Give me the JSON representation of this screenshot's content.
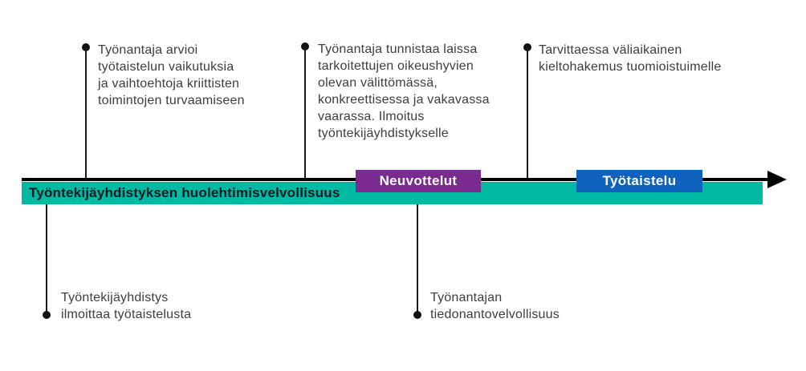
{
  "diagram": {
    "type": "timeline",
    "background_color": "#ffffff",
    "axis_color": "#000000",
    "connector_color": "#1a1a1a",
    "text_color": "#3d3d3d"
  },
  "timeline": {
    "bar_label": "Työntekijäyhdistyksen huolehtimisvelvollisuus",
    "bar_color": "#00b9a2",
    "bar_text_color": "#101820",
    "phases": [
      {
        "label": "Neuvottelut",
        "color": "#7a2b8f"
      },
      {
        "label": "Työtaistelu",
        "color": "#0f62be"
      }
    ]
  },
  "annotations": {
    "above": [
      {
        "text": "Työnantaja arvioi\ntyötaistelun vaikutuksia\nja vaihtoehtoja kriittisten\ntoimintojen turvaamiseen"
      },
      {
        "text": "Työnantaja tunnistaa laissa\ntarkoitettujen oikeushyvien\nolevan välittömässä,\nkonkreettisessa ja vakavassa\nvaarassa. Ilmoitus\ntyöntekijäyhdistykselle"
      },
      {
        "text": "Tarvittaessa väliaikainen\nkieltohakemus tuomioistuimelle"
      }
    ],
    "below": [
      {
        "text": "Työntekijäyhdistys\nilmoittaa työtaistelusta"
      },
      {
        "text": "Työnantajan\ntiedonantovelvollisuus"
      }
    ]
  }
}
